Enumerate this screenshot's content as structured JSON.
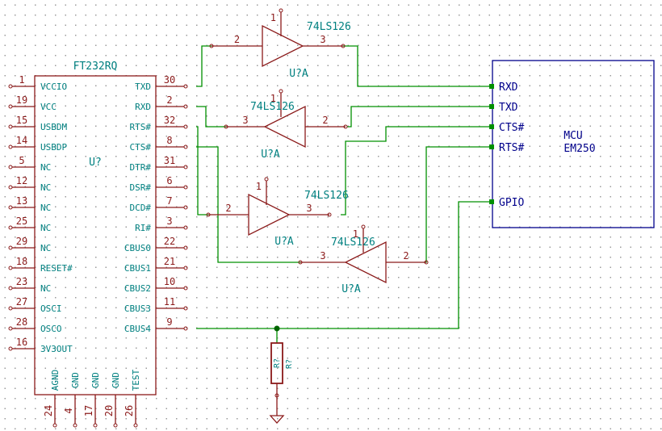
{
  "ft232": {
    "value": "FT232RQ",
    "ref": "U?",
    "left_pins": [
      {
        "num": "1",
        "name": "VCCIO"
      },
      {
        "num": "19",
        "name": "VCC"
      },
      {
        "num": "15",
        "name": "USBDM"
      },
      {
        "num": "14",
        "name": "USBDP"
      },
      {
        "num": "5",
        "name": "NC"
      },
      {
        "num": "12",
        "name": "NC"
      },
      {
        "num": "13",
        "name": "NC"
      },
      {
        "num": "25",
        "name": "NC"
      },
      {
        "num": "29",
        "name": "NC"
      },
      {
        "num": "18",
        "name": "RESET#"
      },
      {
        "num": "23",
        "name": "NC"
      },
      {
        "num": "27",
        "name": "OSCI"
      },
      {
        "num": "28",
        "name": "OSCO"
      },
      {
        "num": "16",
        "name": "3V3OUT"
      }
    ],
    "right_pins": [
      {
        "num": "30",
        "name": "TXD"
      },
      {
        "num": "2",
        "name": "RXD"
      },
      {
        "num": "32",
        "name": "RTS#"
      },
      {
        "num": "8",
        "name": "CTS#"
      },
      {
        "num": "31",
        "name": "DTR#"
      },
      {
        "num": "6",
        "name": "DSR#"
      },
      {
        "num": "7",
        "name": "DCD#"
      },
      {
        "num": "3",
        "name": "RI#"
      },
      {
        "num": "22",
        "name": "CBUS0"
      },
      {
        "num": "21",
        "name": "CBUS1"
      },
      {
        "num": "10",
        "name": "CBUS2"
      },
      {
        "num": "11",
        "name": "CBUS3"
      },
      {
        "num": "9",
        "name": "CBUS4"
      }
    ],
    "bottom_pins": [
      {
        "num": "24",
        "name": "AGND"
      },
      {
        "num": "4",
        "name": "GND"
      },
      {
        "num": "17",
        "name": "GND"
      },
      {
        "num": "20",
        "name": "GND"
      },
      {
        "num": "26",
        "name": "TEST"
      }
    ]
  },
  "buffers": [
    {
      "value": "74LS126",
      "ref": "U?A",
      "in": "2",
      "out": "3",
      "oe": "1"
    },
    {
      "value": "74LS126",
      "ref": "U?A",
      "in": "2",
      "out": "3",
      "oe": "1"
    },
    {
      "value": "74LS126",
      "ref": "U?A",
      "in": "2",
      "out": "3",
      "oe": "1"
    },
    {
      "value": "74LS126",
      "ref": "U?A",
      "in": "2",
      "out": "3",
      "oe": "1"
    }
  ],
  "mcu": {
    "title1": "MCU",
    "title2": "EM250",
    "pins": [
      "RXD",
      "TXD",
      "CTS#",
      "RTS#",
      "GPIO"
    ]
  },
  "resistor": {
    "ref": "R?"
  },
  "colors": {
    "body": "#8b1a1a",
    "pin_name": "#008080",
    "wire": "#009000",
    "mcu": "#00008b",
    "junction": "#006400"
  }
}
